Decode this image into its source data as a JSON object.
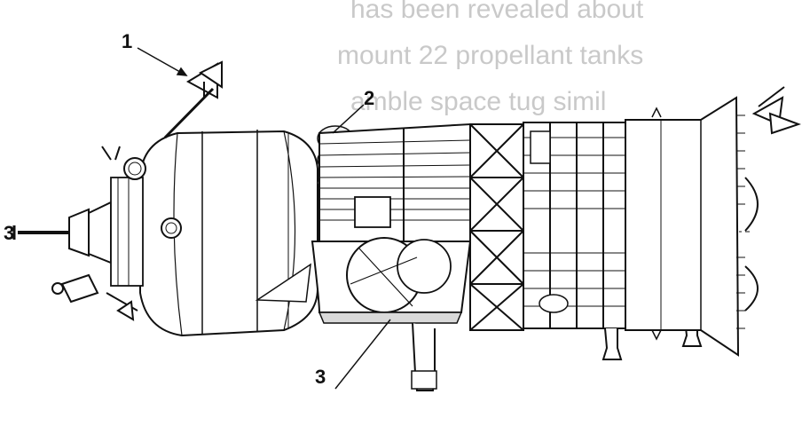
{
  "diagram": {
    "callouts": [
      {
        "id": "1",
        "label": "1"
      },
      {
        "id": "2",
        "label": "2"
      },
      {
        "id": "3",
        "label": "3"
      }
    ],
    "edge_label": "3",
    "background_text": [
      "has been revealed about",
      "mount 22 propellant tanks",
      "amble space tug simil"
    ]
  },
  "colors": {
    "ink": "#111111",
    "paper": "#ffffff",
    "ghost_text": "#c9c9c9",
    "tank_fill": "#f2f2f2",
    "shade": "#d9d9d9"
  }
}
